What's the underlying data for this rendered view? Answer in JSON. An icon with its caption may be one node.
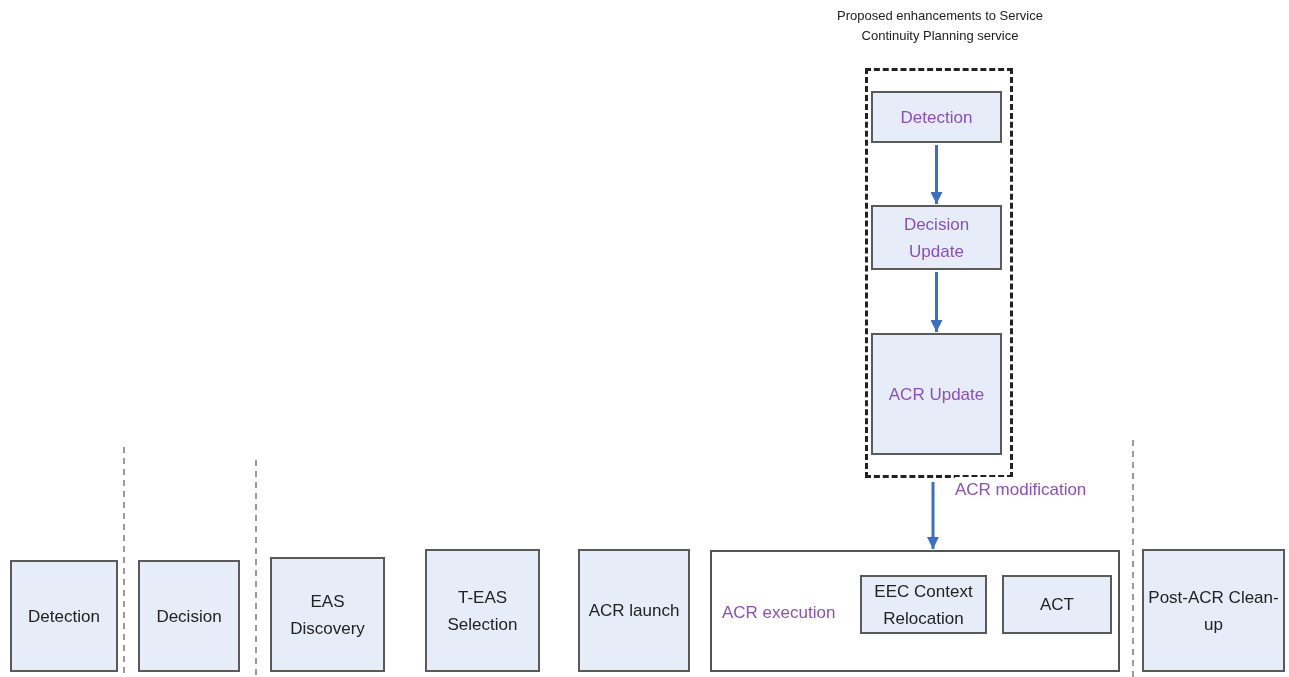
{
  "diagram": {
    "nodes": [
      {
        "text": [
          "Proposed enhancements to Service Continuity Planning service"
        ]
      },
      {
        "text": [
          "Detection"
        ],
        "in": 0
      },
      {
        "text": [
          "Decision Update"
        ],
        "in": 0
      },
      {
        "text": [
          "ACR Update"
        ],
        "in": 0
      },
      {
        "text": [
          "Detection"
        ]
      },
      {
        "text": [
          "Decision"
        ]
      },
      {
        "text": [
          "EAS Discovery"
        ]
      },
      {
        "text": [
          "T-EAS Selection"
        ]
      },
      {
        "text": [
          "ACR launch"
        ]
      },
      {
        "text": [
          "ACR execution"
        ]
      },
      {
        "text": [
          "EEC Context Relocation"
        ],
        "in": 9
      },
      {
        "text": [
          "ACT"
        ],
        "in": 9
      },
      {
        "text": [
          "Post-ACR Clean-up"
        ]
      }
    ],
    "edges": [
      {
        "from": 1,
        "to": 2,
        "arrow": "to"
      },
      {
        "from": 2,
        "to": 3,
        "arrow": "to"
      },
      {
        "from": 0,
        "to": 9,
        "arrow": "to",
        "label": "ACR modification"
      }
    ]
  }
}
